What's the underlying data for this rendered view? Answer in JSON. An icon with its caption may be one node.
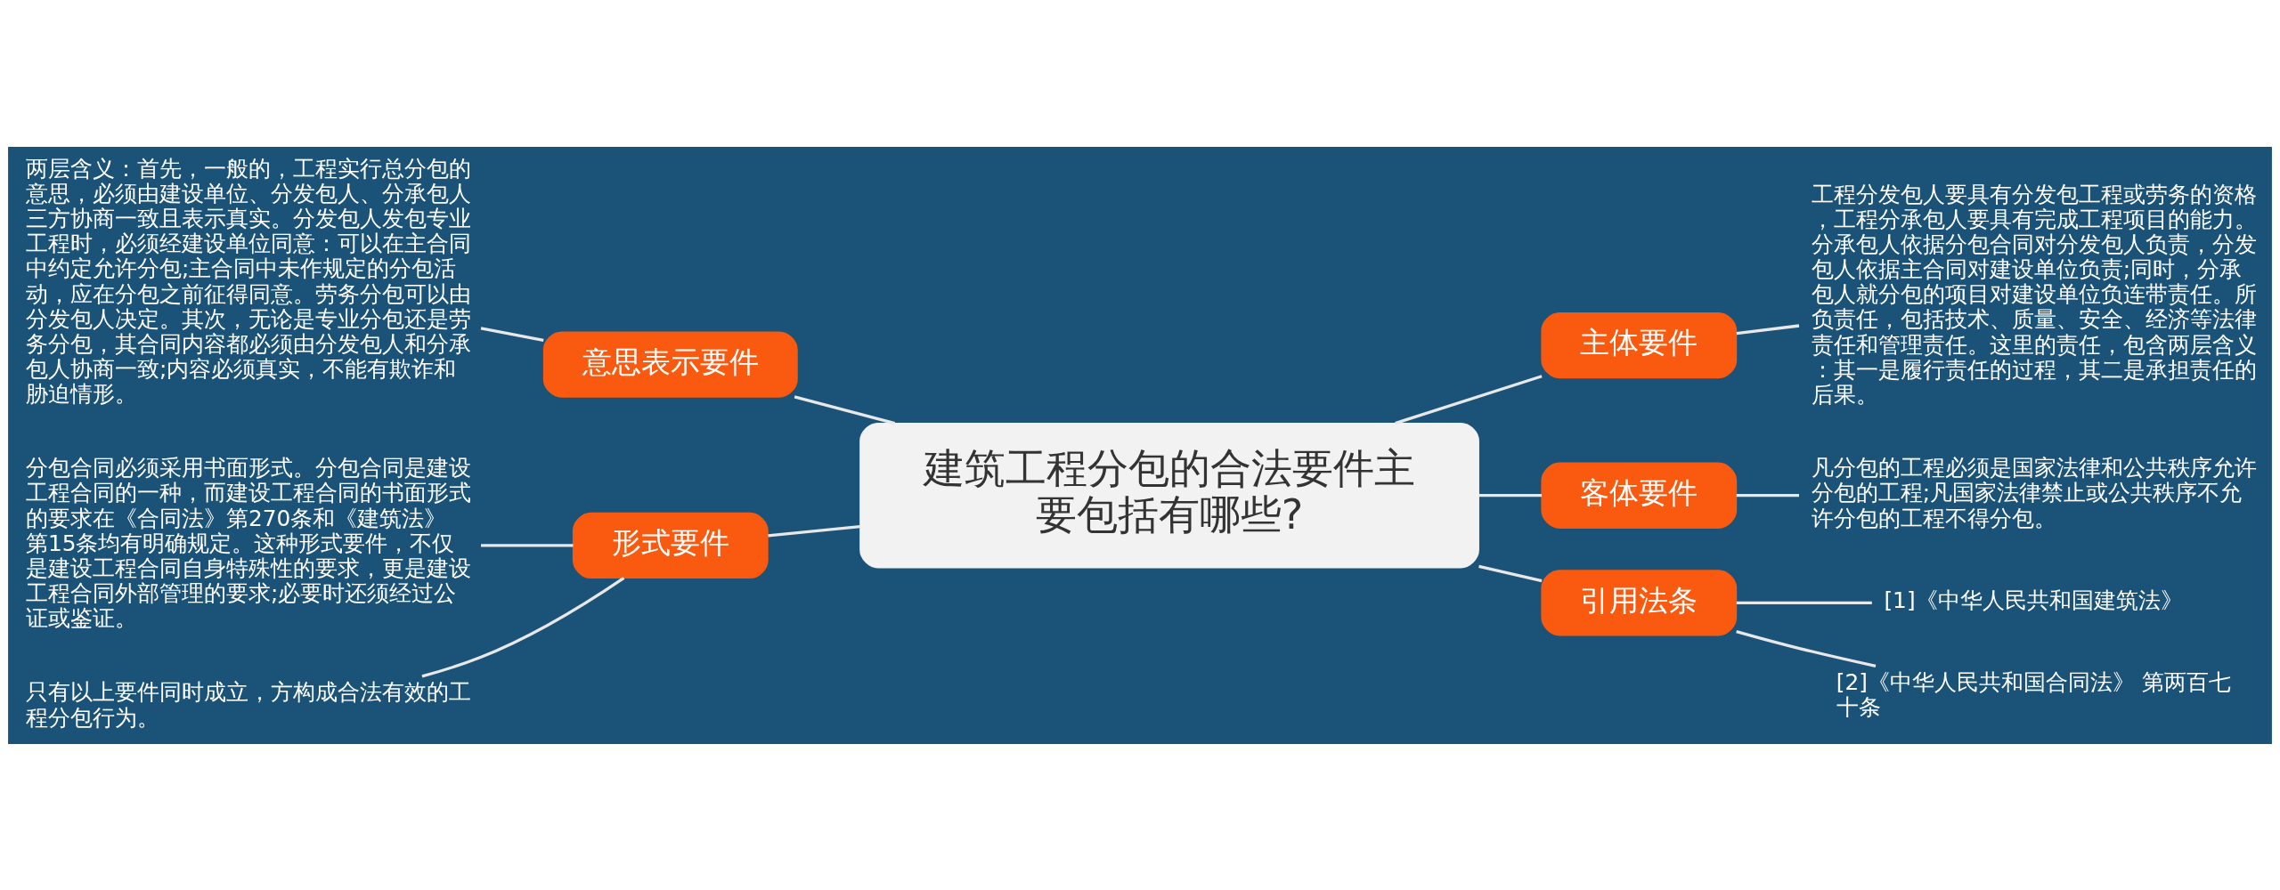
{
  "diagram": {
    "nodes": [
      {
        "text": [
          "建筑工程分包的合法要件主要包括有哪些?"
        ]
      },
      {
        "text": [
          "主体要件"
        ]
      },
      {
        "text": [
          "工程分发包人要具有分发包工程或劳务的资格，工程分承包人要具有完成工程项目的能力。分承包人依据分包合同对分发包人负责，分发包人依据主合同对建设单位负责;同时，分承包人就分包的项目对建设单位负连带责任。所负责任，包括技术、质量、安全、经济等法律责任和管理责任。这里的责任，包含两层含义：其一是履行责任的过程，其二是承担责任的后果。"
        ]
      },
      {
        "text": [
          "客体要件"
        ]
      },
      {
        "text": [
          "凡分包的工程必须是国家法律和公共秩序允许分包的工程;凡国家法律禁止或公共秩序不允许分包的工程不得分包。"
        ]
      },
      {
        "text": [
          "引用法条"
        ]
      },
      {
        "text": [
          "[1]《中华人民共和国建筑法》"
        ]
      },
      {
        "text": [
          "[2]《中华人民共和国合同法》 第两百七十条"
        ]
      },
      {
        "text": [
          "意思表示要件"
        ]
      },
      {
        "text": [
          "两层含义：首先，一般的，工程实行总分包的意思，必须由建设单位、分发包人、分承包人三方协商一致且表示真实。分发包人发包专业工程时，必须经建设单位同意：可以在主合同中约定允许分包;主合同中未作规定的分包活动，应在分包之前征得同意。劳务分包可以由分发包人决定。其次，无论是专业分包还是劳务分包，其合同内容都必须由分发包人和分承包人协商一致;内容必须真实，不能有欺诈和胁迫情形。"
        ]
      },
      {
        "text": [
          "形式要件"
        ]
      },
      {
        "text": [
          "分包合同必须采用书面形式。分包合同是建设工程合同的一种，而建设工程合同的书面形式的要求在《合同法》第270条和《建筑法》第15条均有明确规定。这种形式要件，不仅是建设工程合同自身特殊性的要求，更是建设工程合同外部管理的要求;必要时还须经过公证或鉴证。"
        ]
      },
      {
        "text": [
          "只有以上要件同时成立，方构成合法有效的工程分包行为。"
        ]
      }
    ],
    "edges": [
      {
        "from": 0,
        "to": 1,
        "arrow": "none"
      },
      {
        "from": 1,
        "to": 2,
        "arrow": "none"
      },
      {
        "from": 0,
        "to": 3,
        "arrow": "none"
      },
      {
        "from": 3,
        "to": 4,
        "arrow": "none"
      },
      {
        "from": 0,
        "to": 5,
        "arrow": "none"
      },
      {
        "from": 5,
        "to": 6,
        "arrow": "none"
      },
      {
        "from": 5,
        "to": 7,
        "arrow": "none"
      },
      {
        "from": 0,
        "to": 8,
        "arrow": "none"
      },
      {
        "from": 8,
        "to": 9,
        "arrow": "none"
      },
      {
        "from": 0,
        "to": 10,
        "arrow": "none"
      },
      {
        "from": 10,
        "to": 11,
        "arrow": "none"
      },
      {
        "from": 10,
        "to": 12,
        "arrow": "none"
      }
    ]
  }
}
